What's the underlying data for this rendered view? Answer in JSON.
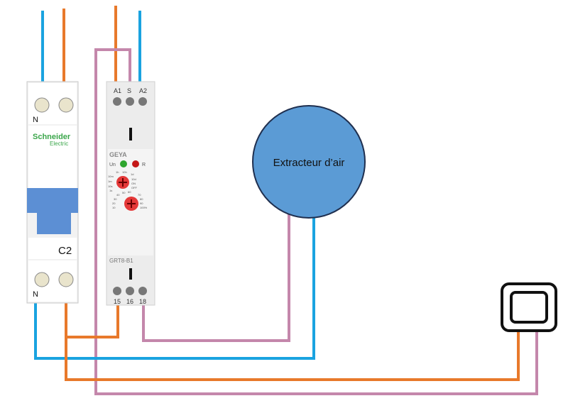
{
  "breaker": {
    "brand_line1": "Schneider",
    "brand_line2": "Electric",
    "rating": "C2",
    "neutral_top": "N",
    "neutral_bottom": "N"
  },
  "relay": {
    "brand": "GEYA",
    "model": "GRT8-B1",
    "top_terminals": [
      "A1",
      "S",
      "A2"
    ],
    "bottom_terminals": [
      "15",
      "16",
      "18"
    ],
    "led_power": "Un",
    "led_relay": "R",
    "time_scale_labels": [
      "1s",
      "10s",
      "1m",
      "10m",
      "1h",
      "10h",
      "1d",
      "10d",
      "ON",
      "OFF"
    ],
    "percent_labels": [
      "10",
      "20",
      "30",
      "40",
      "50",
      "60",
      "70",
      "80",
      "90",
      "100%"
    ]
  },
  "fan": {
    "label": "Extracteur d’air",
    "color": "#5b9bd5"
  },
  "wire_colors": {
    "neutral": "#1aa3e0",
    "phase": "#e8792b",
    "control": "#c487ab"
  }
}
